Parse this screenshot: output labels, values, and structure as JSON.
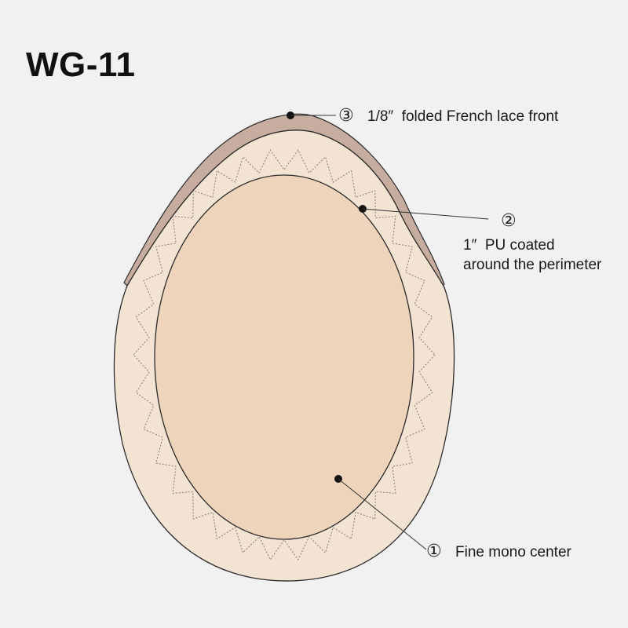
{
  "title": "WG-11",
  "colors": {
    "background": "#f1f1f1",
    "lace_front": "#c6ad9f",
    "perimeter": "#f3e3d3",
    "mono_center": "#eed4bb",
    "outline": "#2b2b2b",
    "stitch": "#8a7a70"
  },
  "callouts": {
    "lace_front": {
      "number": "③",
      "text": "1/8″  folded French lace front"
    },
    "perimeter": {
      "number": "②",
      "lines": [
        "1″  PU coated",
        "around the perimeter"
      ]
    },
    "mono_center": {
      "number": "①",
      "text": "Fine mono center"
    }
  }
}
